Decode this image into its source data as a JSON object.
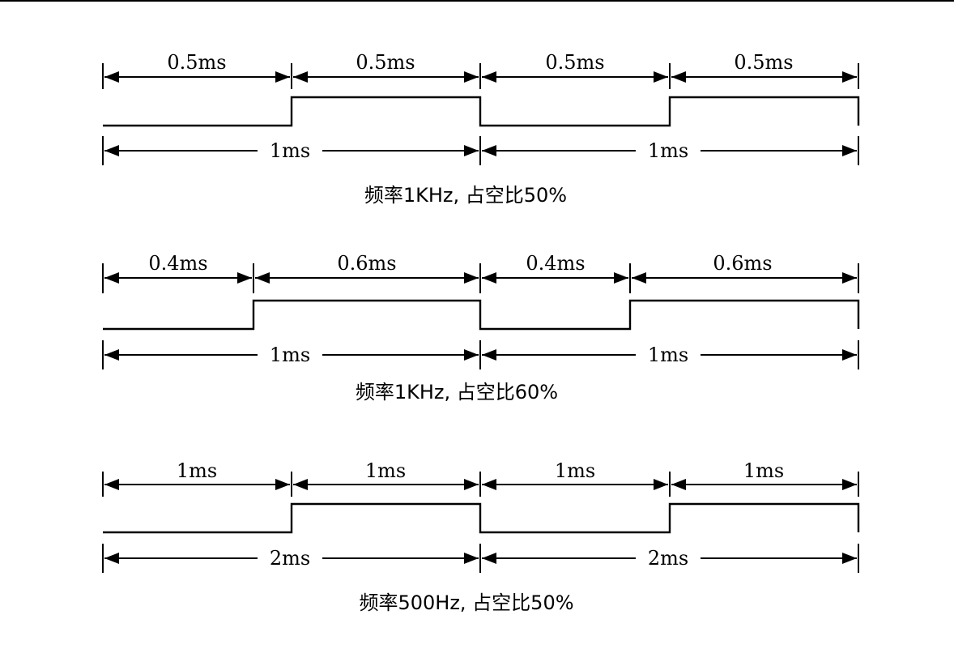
{
  "diagrams": [
    {
      "id": "d1",
      "segment_labels": [
        "0.5ms",
        "0.5ms",
        "0.5ms",
        "0.5ms"
      ],
      "period_labels": [
        "1ms",
        "1ms"
      ],
      "caption": "频率1KHz, 占空比50%"
    },
    {
      "id": "d2",
      "segment_labels": [
        "0.4ms",
        "0.6ms",
        "0.4ms",
        "0.6ms"
      ],
      "period_labels": [
        "1ms",
        "1ms"
      ],
      "caption": "频率1KHz, 占空比60%"
    },
    {
      "id": "d3",
      "segment_labels": [
        "1ms",
        "1ms",
        "1ms",
        "1ms"
      ],
      "period_labels": [
        "2ms",
        "2ms"
      ],
      "caption": "频率500Hz, 占空比50%"
    }
  ]
}
